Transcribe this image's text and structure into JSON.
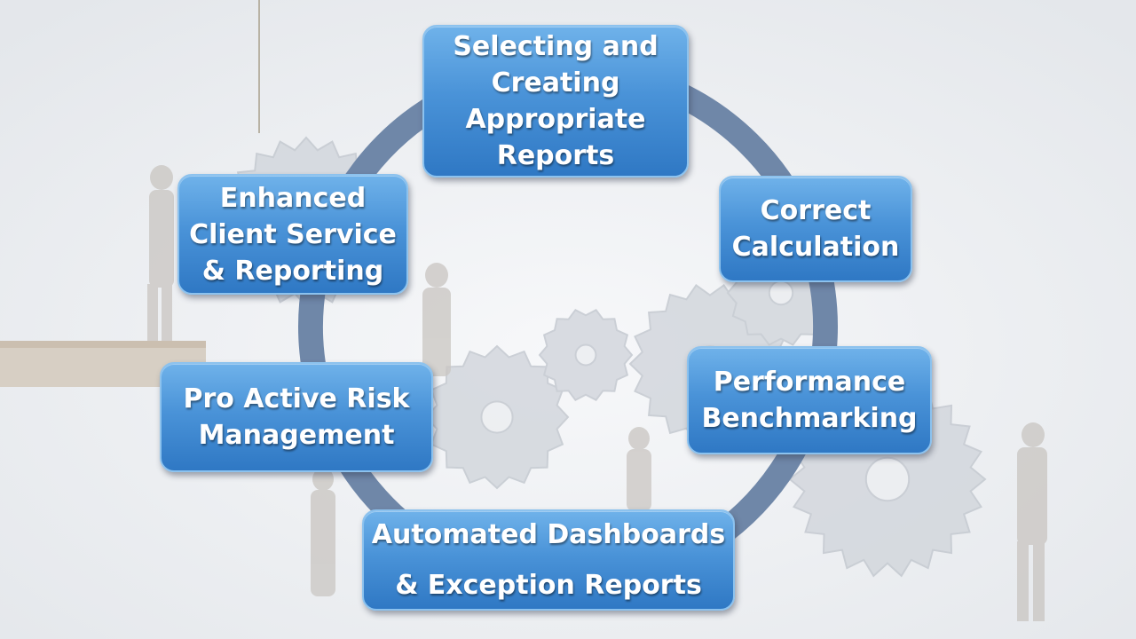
{
  "cycle": {
    "steps": [
      {
        "lines": [
          "Selecting and",
          "Creating",
          "Appropriate",
          "Reports"
        ]
      },
      {
        "lines": [
          "Correct",
          "Calculation"
        ]
      },
      {
        "lines": [
          "Performance",
          "Benchmarking"
        ]
      },
      {
        "lines": [
          "Automated Dashboards",
          "& Exception Reports"
        ]
      },
      {
        "lines": [
          "Pro Active Risk",
          "Management"
        ]
      },
      {
        "lines": [
          "Enhanced",
          "Client Service",
          "& Reporting"
        ]
      }
    ]
  },
  "colors": {
    "box_top": "#6fb2ea",
    "box_bottom": "#2f78c4",
    "ring": "#6f87a8",
    "background": "#eef0f3",
    "gear": "#c9cdd3"
  }
}
